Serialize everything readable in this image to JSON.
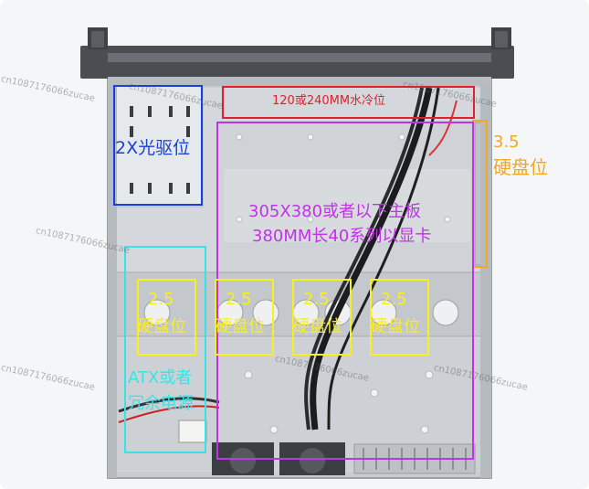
{
  "labels": {
    "optical_bay": "2X光驱位",
    "water_cooling": "120或240MM水冷位",
    "hdd_35_num": "3.5",
    "hdd_35_text": "硬盘位",
    "mainboard_line1": "305X380或者以下主板",
    "mainboard_line2": "380MM长40系列以显卡",
    "hdd_25_num": "2.5",
    "hdd_25_text": "硬盘位",
    "psu_line1": "ATX或者",
    "psu_line2": "冗余电源"
  },
  "watermark": "cn1087176066zucae",
  "colors": {
    "optical_bay": "#1a3fd8",
    "water_cooling": "#e0202a",
    "hdd_35": "#f2a81e",
    "mainboard": "#c132e8",
    "hdd_25": "#f6f01c",
    "psu": "#39e2e6"
  }
}
